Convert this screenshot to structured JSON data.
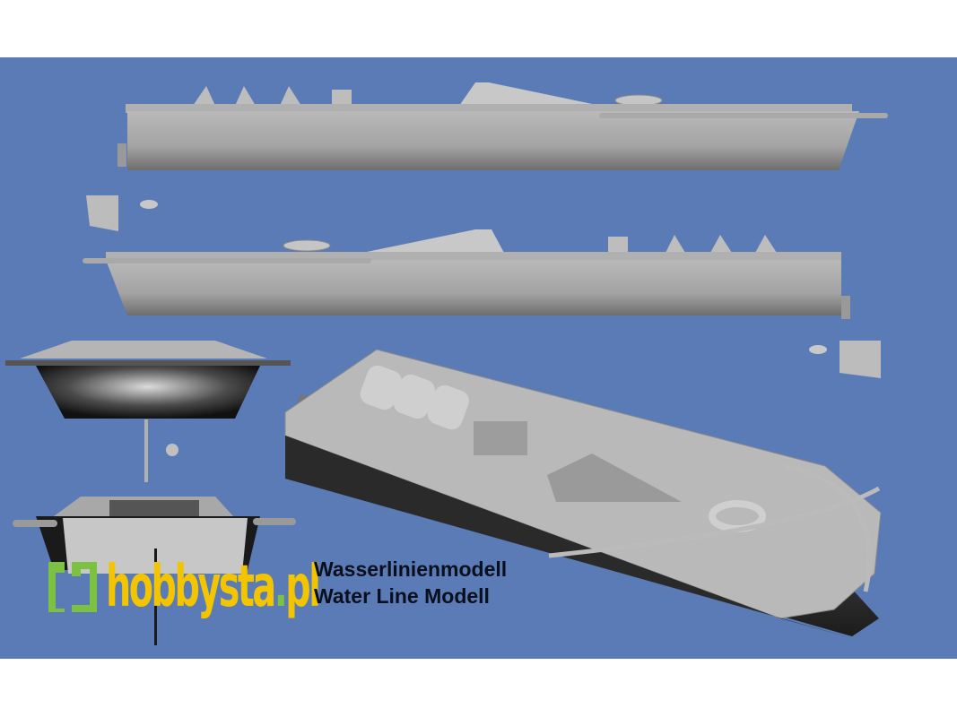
{
  "image": {
    "description": "Render sheet of a 3D model boat: two side profiles, stern and bow views, and isometric deck view on blue background",
    "background_color": "#5a7bb5",
    "hull_color": "#a9a9a9"
  },
  "caption": {
    "line1": "Wasserlinienmodell",
    "line2": "Water Line Modell"
  },
  "watermark": {
    "text": "hobbysta",
    "dot": ".",
    "suffix": "pl",
    "text_color": "#f2c500",
    "mark_color": "#7dc142"
  }
}
